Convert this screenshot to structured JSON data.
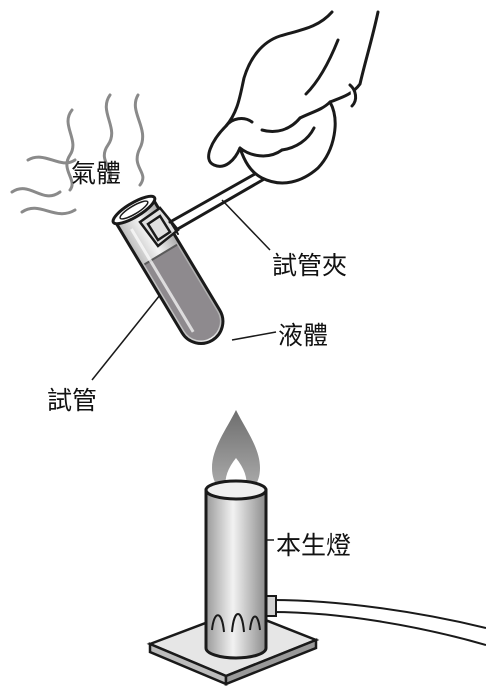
{
  "labels": {
    "gas": "氣體",
    "test_tube_clamp": "試管夾",
    "liquid": "液體",
    "test_tube": "試管",
    "bunsen_burner": "本生燈"
  },
  "colors": {
    "line": "#1a1a1a",
    "liquid": "#8e8a8e",
    "metal": "#d2d2d2",
    "flame": "#8a8a8a",
    "flame_core": "#ffffff"
  }
}
